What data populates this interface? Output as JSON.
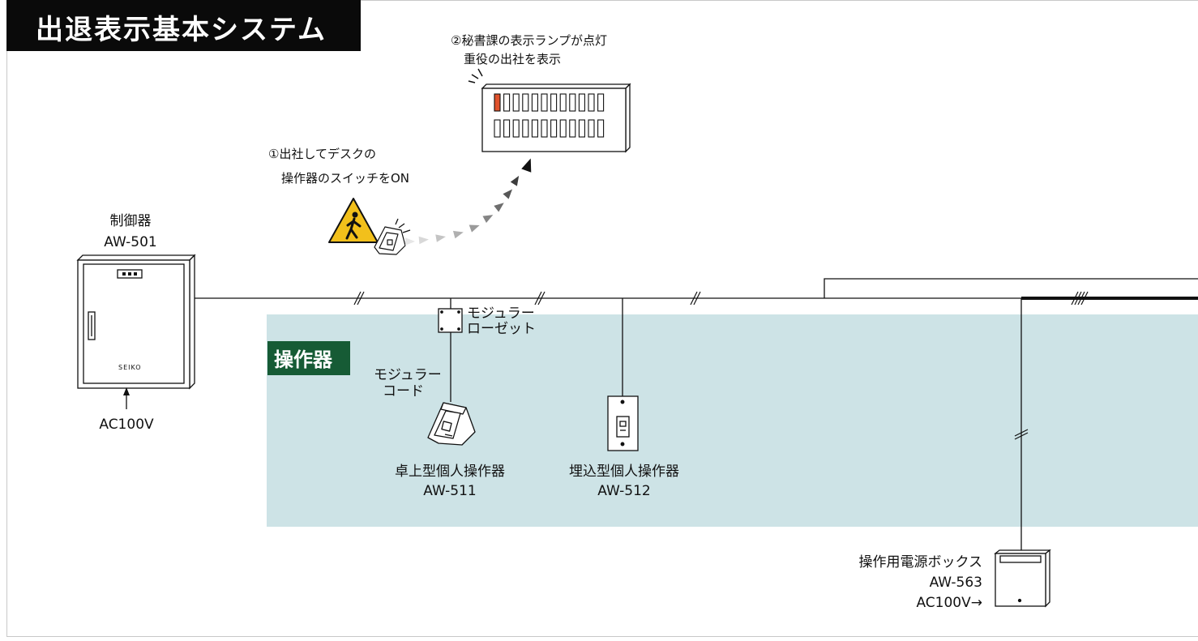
{
  "title": "出退表示基本システム",
  "colors": {
    "title_bg": "#0a0a0a",
    "title_text": "#ffffff",
    "panel_band": "#cde3e6",
    "panel_label_bg": "#165b35",
    "lamp_lit": "#e0522c",
    "warning_sign": "#f2c01b",
    "line": "#111111"
  },
  "steps": {
    "step1_line1": "①出社してデスクの",
    "step1_line2": "操作器のスイッチをON",
    "step2_line1": "②秘書課の表示ランプが点灯",
    "step2_line2": "重役の出社を表示"
  },
  "controller": {
    "name": "制御器",
    "model": "AW-501",
    "brand": "SEIKO",
    "power": "AC100V"
  },
  "modular_rosette": {
    "line1": "モジュラー",
    "line2": "ローゼット"
  },
  "modular_cord": {
    "line1": "モジュラー",
    "line2": "コード"
  },
  "panel_section": {
    "label": "操作器"
  },
  "desktop_unit": {
    "name": "卓上型個人操作器",
    "model": "AW-511"
  },
  "embedded_unit": {
    "name": "埋込型個人操作器",
    "model": "AW-512"
  },
  "power_box": {
    "name": "操作用電源ボックス",
    "model": "AW-563",
    "power": "AC100V→"
  },
  "display_panel": {
    "rows": 2,
    "lamps_per_row": 12,
    "lit_lamp": 1
  },
  "icons": [
    "pedestrian-warning-icon",
    "signal-lines-icon",
    "signal-arrow-icon"
  ]
}
